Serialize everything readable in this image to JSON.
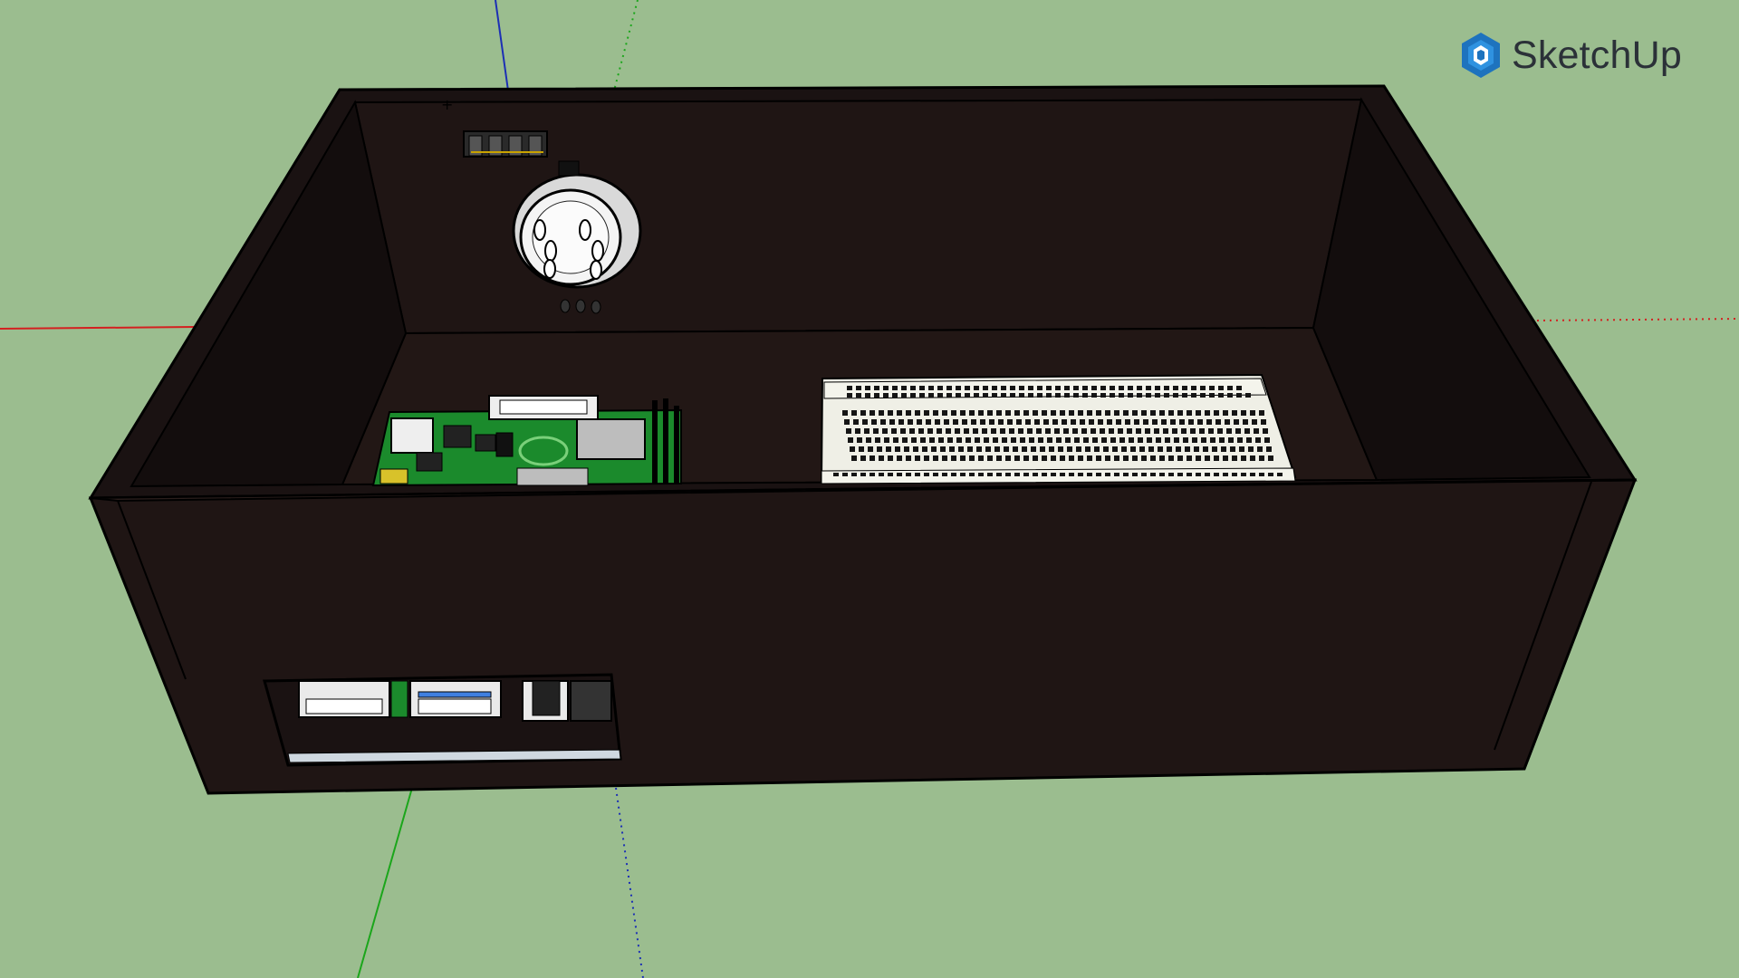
{
  "app": {
    "logo_text": "SketchUp",
    "logo_icon": "sketchup-logo-icon"
  },
  "scene": {
    "background_color": "#9bbd8f",
    "axes": {
      "red_axis_color": "#d42020",
      "green_axis_color": "#1ba61b",
      "blue_axis_color": "#1c2fb5"
    },
    "model": {
      "name": "enclosure-box",
      "components": [
        "raspberry-pi-board",
        "breadboard",
        "round-sensor",
        "pin-header",
        "port-cutout"
      ]
    }
  }
}
